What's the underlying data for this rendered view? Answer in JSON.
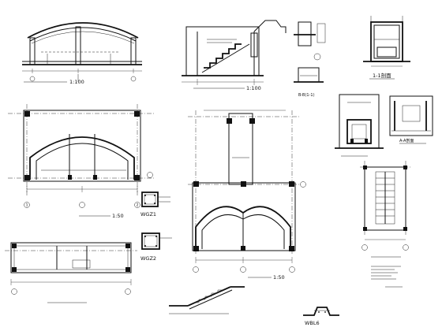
{
  "labels": {
    "scale_a": "1:100",
    "scale_b": "1:50",
    "section_1_1": "1-1剖面",
    "section_a_a": "A-A剖面",
    "section_b_b": "B-B(1-1)",
    "detail_wgz1": "WGZ1",
    "detail_wgz2": "WGZ2",
    "detail_wbl6": "WBL6",
    "axis_1": "1",
    "axis_2": "2"
  },
  "colors": {
    "line": "#111111",
    "background": "#ffffff"
  }
}
